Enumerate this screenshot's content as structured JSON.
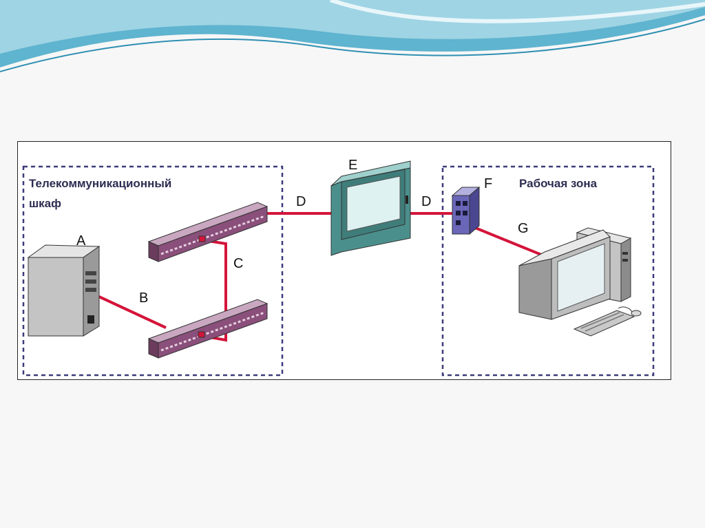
{
  "zones": {
    "telecom_cabinet": {
      "title_line1": "Телекоммуникационный",
      "title_line2": "шкаф"
    },
    "work_area": {
      "title": "Рабочая зона"
    }
  },
  "labels": {
    "a": "A",
    "b": "B",
    "c": "C",
    "d_left": "D",
    "d_right": "D",
    "e": "E",
    "f": "F",
    "g": "G"
  },
  "colors": {
    "cable": "#d4143a",
    "zone_border": "#3b3b7a",
    "patch_panel": "#8a4f7a",
    "cross_connect": "#4b8f8c",
    "outlet": "#6a66b8",
    "equipment": "#bdbdbd"
  }
}
